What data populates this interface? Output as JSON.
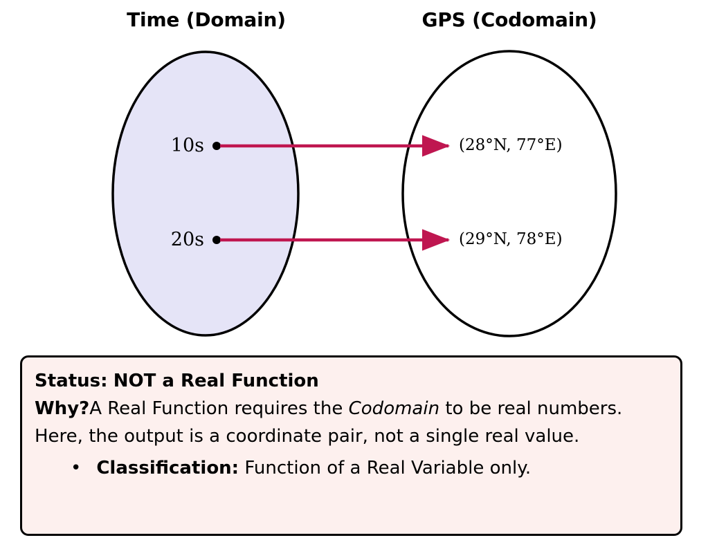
{
  "diagram": {
    "domain": {
      "title": "Time (Domain)",
      "fill_color": "#e5e4f7",
      "stroke_color": "#000000",
      "elements": [
        {
          "label": "10s"
        },
        {
          "label": "20s"
        }
      ]
    },
    "codomain": {
      "title": "GPS (Codomain)",
      "fill_color": "#ffffff",
      "stroke_color": "#000000",
      "elements": [
        {
          "label": "(28°N, 77°E)"
        },
        {
          "label": "(29°N, 78°E)"
        }
      ]
    },
    "arrows": {
      "color": "#bf1650",
      "count": 2
    }
  },
  "status_box": {
    "background_color": "#fdf0ee",
    "border_color": "#000000",
    "status_label": "Status:",
    "status_value": "NOT a Real Function",
    "why_label": "Why?",
    "why_text_part1": "A Real Function requires the ",
    "why_text_emphasis": "Codomain",
    "why_text_part2": " to be real numbers. Here, the output is a coordinate pair, not a single real value.",
    "bullet_marker": "•",
    "classification_label": "Classification:",
    "classification_value": "Function of a Real Variable only."
  }
}
